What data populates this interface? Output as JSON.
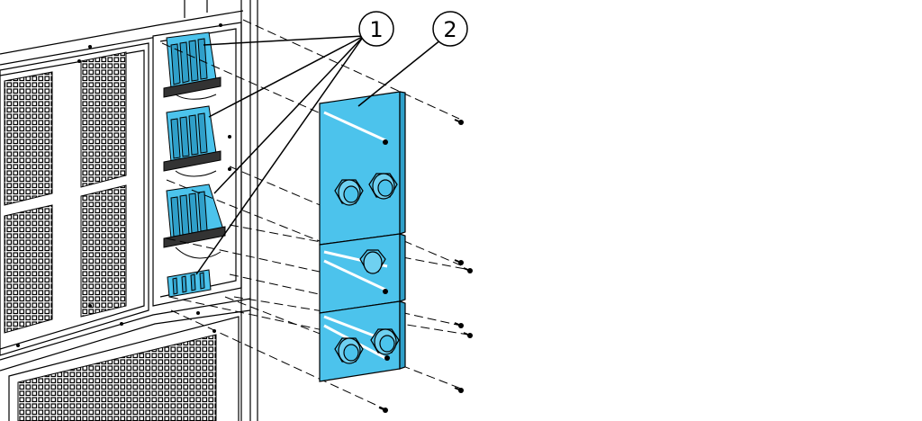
{
  "callouts": [
    {
      "id": "1",
      "label": "1"
    },
    {
      "id": "2",
      "label": "2"
    }
  ],
  "colors": {
    "cover_plate": "#4cc3ec",
    "cover_plate_dark": "#3aa9d4",
    "terminal_blue": "#4cc3ec",
    "line": "#000000",
    "background": "#ffffff"
  }
}
